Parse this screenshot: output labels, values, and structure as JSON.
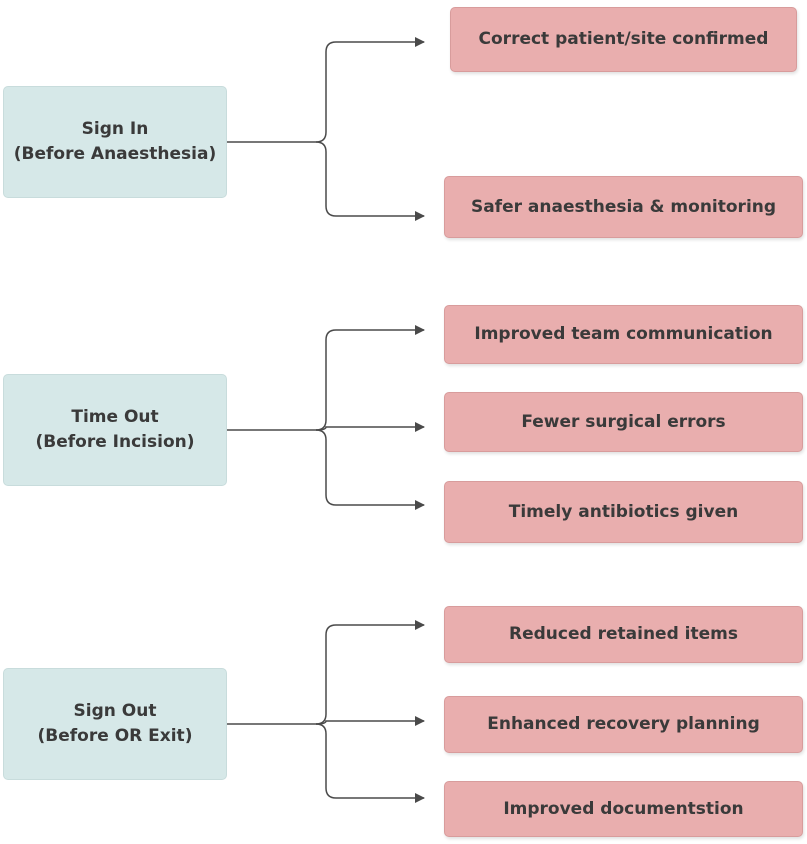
{
  "colors": {
    "phase_fill": "#d6e8e8",
    "outcome_fill": "#e9aeae",
    "connector": "#4a4a4a",
    "text": "#3a3a3a"
  },
  "phases": [
    {
      "title": "Sign In",
      "subtitle": "(Before Anaesthesia)",
      "outcomes": [
        "Correct patient/site confirmed",
        "Safer anaesthesia & monitoring"
      ]
    },
    {
      "title": "Time Out",
      "subtitle": "(Before Incision)",
      "outcomes": [
        "Improved team communication",
        "Fewer surgical errors",
        "Timely antibiotics given"
      ]
    },
    {
      "title": "Sign Out",
      "subtitle": "(Before OR Exit)",
      "outcomes": [
        "Reduced retained items",
        "Enhanced recovery planning",
        "Improved documentstion"
      ]
    }
  ]
}
